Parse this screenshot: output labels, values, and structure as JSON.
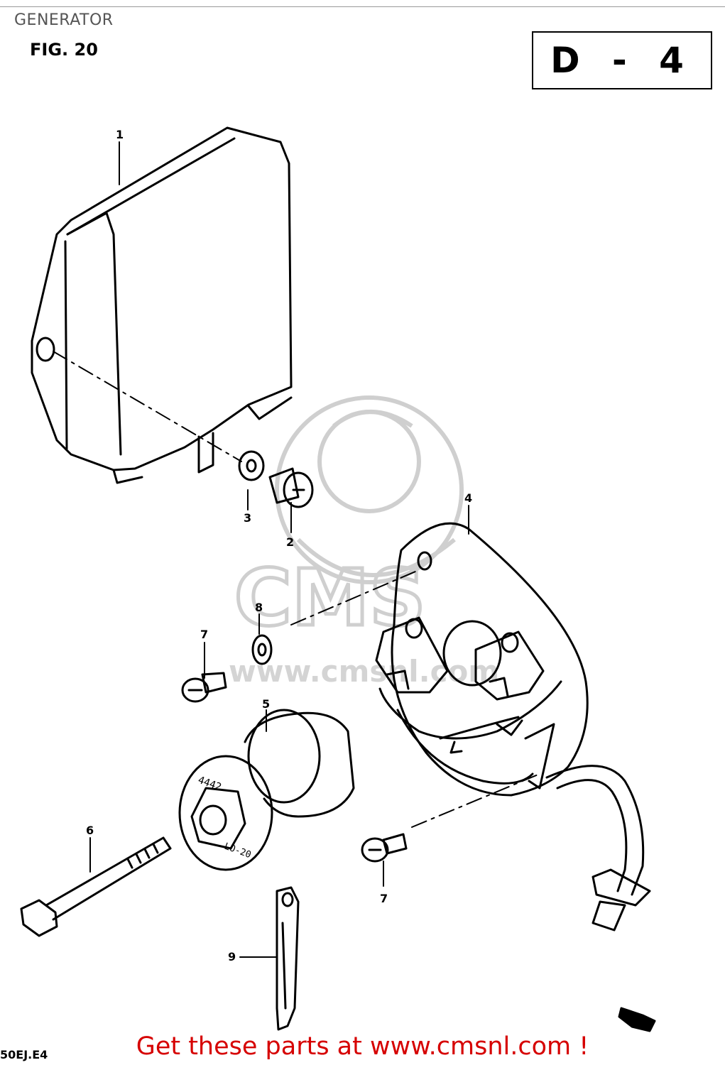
{
  "header": {
    "title": "GENERATOR",
    "figure": "FIG. 20",
    "section_code": "D - 4"
  },
  "watermark": {
    "brand": "CMS",
    "url": "www.cmsnl.com"
  },
  "parts": [
    {
      "id": "1",
      "label": "1"
    },
    {
      "id": "2",
      "label": "2"
    },
    {
      "id": "3",
      "label": "3"
    },
    {
      "id": "4",
      "label": "4"
    },
    {
      "id": "5",
      "label": "5"
    },
    {
      "id": "6",
      "label": "6"
    },
    {
      "id": "7a",
      "label": "7"
    },
    {
      "id": "7b",
      "label": "7"
    },
    {
      "id": "8",
      "label": "8"
    },
    {
      "id": "9",
      "label": "9"
    }
  ],
  "stamp_texts": {
    "rotor_marking_1": "4442",
    "rotor_marking_2": "LO-20"
  },
  "footer": {
    "code": "50EJ.E4",
    "promo": "Get these parts at www.cmsnl.com !"
  }
}
